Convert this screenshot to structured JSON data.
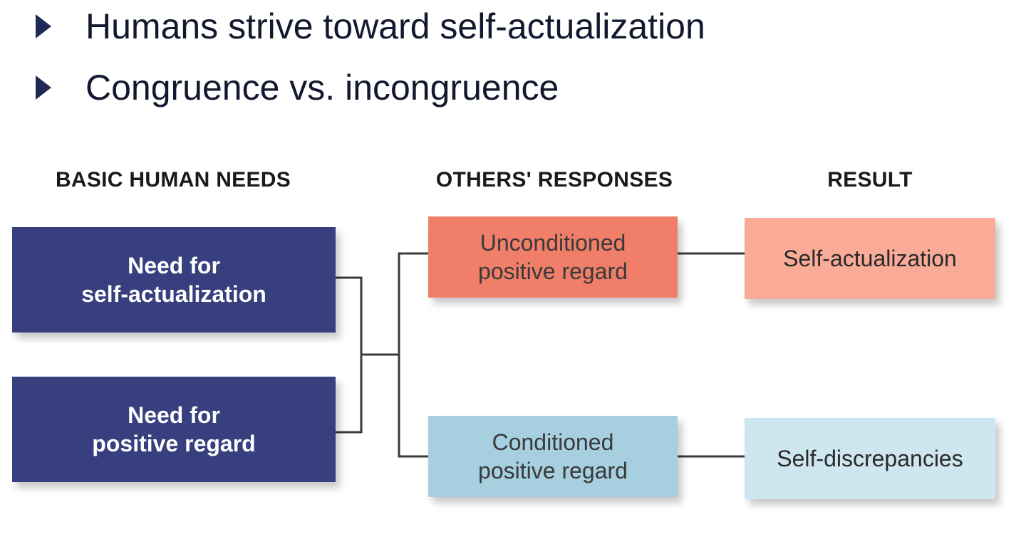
{
  "bullets": [
    {
      "text": "Humans strive toward self-actualization"
    },
    {
      "text": "Congruence vs. incongruence"
    }
  ],
  "diagram": {
    "headers": {
      "needs": "BASIC HUMAN NEEDS",
      "responses": "OTHERS' RESPONSES",
      "result": "RESULT"
    },
    "needs": [
      {
        "line1": "Need for",
        "line2": "self-actualization"
      },
      {
        "line1": "Need for",
        "line2": "positive regard"
      }
    ],
    "responses": [
      {
        "line1": "Unconditioned",
        "line2": "positive regard"
      },
      {
        "line1": "Conditioned",
        "line2": "positive regard"
      }
    ],
    "results": [
      {
        "text": "Self-actualization"
      },
      {
        "text": "Self-discrepancies"
      }
    ]
  },
  "colors": {
    "need_box": "#373f7e",
    "unconditioned_box": "#f07e68",
    "conditioned_box": "#a6cfe0",
    "result_positive_box": "#f9ab98",
    "result_negative_box": "#cde6f0",
    "bullet_marker": "#1e2a55"
  }
}
